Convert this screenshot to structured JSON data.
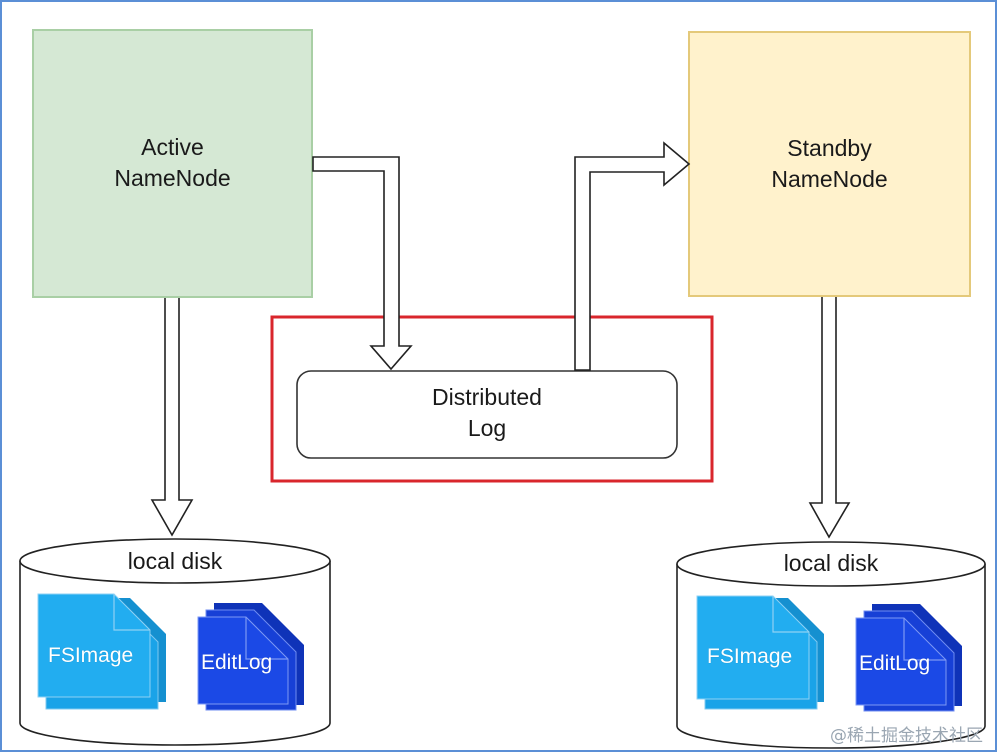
{
  "active_node": {
    "line1": "Active",
    "line2": "NameNode",
    "fill": "#d5e8d4",
    "stroke": "#a9cfa5"
  },
  "standby_node": {
    "line1": "Standby",
    "line2": "NameNode",
    "fill": "#fff2cc",
    "stroke": "#e4c97a"
  },
  "distributed_log": {
    "line1": "Distributed",
    "line2": "Log",
    "highlight_color": "#d9262c"
  },
  "left_disk": {
    "label": "local disk",
    "fsimage": "FSImage",
    "editlog": "EditLog"
  },
  "right_disk": {
    "label": "local disk",
    "fsimage": "FSImage",
    "editlog": "EditLog"
  },
  "colors": {
    "fsimage": "#1aa3e8",
    "editlog": "#1b49e6",
    "frame": "#5b8fd6"
  },
  "watermark": "@稀土掘金技术社区"
}
